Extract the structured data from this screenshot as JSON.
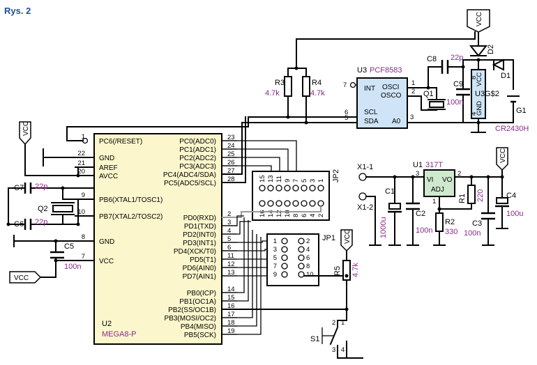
{
  "title": "Rys. 2",
  "power_labels": {
    "vcc": "VCC"
  },
  "u2": {
    "ref": "U2",
    "part": "MEGA8-P",
    "left_pins": [
      {
        "num": "1",
        "name": "PC6(/RESET)"
      },
      {
        "num": "22",
        "name": "GND"
      },
      {
        "num": "21",
        "name": "AREF"
      },
      {
        "num": "20",
        "name": "AVCC"
      },
      {
        "num": "9",
        "name": "PB6(XTAL1/TOSC1)"
      },
      {
        "num": "10",
        "name": "PB7(XTAL2/TOSC2)"
      },
      {
        "num": "8",
        "name": "GND"
      },
      {
        "num": "7",
        "name": "VCC"
      }
    ],
    "right_pins": [
      {
        "num": "23",
        "name": "PC0(ADC0)"
      },
      {
        "num": "24",
        "name": "PC1(ADC1)"
      },
      {
        "num": "25",
        "name": "PC2(ADC2)"
      },
      {
        "num": "26",
        "name": "PC3(ADC3)"
      },
      {
        "num": "27",
        "name": "PC4(ADC4/SDA)"
      },
      {
        "num": "28",
        "name": "PC5(ADC5/SCL)"
      },
      {
        "num": "2",
        "name": "PD0(RXD)"
      },
      {
        "num": "3",
        "name": "PD1(TXD)"
      },
      {
        "num": "4",
        "name": "PD2(INT0)"
      },
      {
        "num": "5",
        "name": "PD3(INT1)"
      },
      {
        "num": "6",
        "name": "PD4(XCK/T0)"
      },
      {
        "num": "11",
        "name": "PD5(T1)"
      },
      {
        "num": "12",
        "name": "PD6(AIN0)"
      },
      {
        "num": "13",
        "name": "PD7(AIN1)"
      },
      {
        "num": "14",
        "name": "PB0(ICP)"
      },
      {
        "num": "15",
        "name": "PB1(OC1A)"
      },
      {
        "num": "16",
        "name": "PB2(SS/OC1B)"
      },
      {
        "num": "17",
        "name": "PB3(MOSI/OC2)"
      },
      {
        "num": "18",
        "name": "PB4(MISO)"
      },
      {
        "num": "19",
        "name": "PB5(SCK)"
      }
    ]
  },
  "u3": {
    "ref": "U3",
    "part": "PCF8583",
    "pins": {
      "int": "INT",
      "osci": "OSCI",
      "osco": "OSCO",
      "scl": "SCL",
      "sda": "SDA",
      "a0": "A0"
    },
    "nums": {
      "n7": "7",
      "n1": "1",
      "n2": "2",
      "n6": "6",
      "n5": "5",
      "n3": "3",
      "n8": "8",
      "n4": "4"
    },
    "vcc": "VCC",
    "gnd": "GND",
    "sub": "U3G$2"
  },
  "u1": {
    "ref": "U1",
    "part": "317T",
    "vi": "VI",
    "vo": "VO",
    "adj": "ADJ",
    "n3": "3",
    "n2": "2",
    "n1": "1"
  },
  "parts": {
    "r1": {
      "ref": "R1",
      "value": "220"
    },
    "r2": {
      "ref": "R2",
      "value": "330"
    },
    "r3": {
      "ref": "R3",
      "value": "4.7k"
    },
    "r4": {
      "ref": "R4",
      "value": "4.7k"
    },
    "r5": {
      "ref": "R5",
      "value": "4.7k"
    },
    "c1": {
      "ref": "C1",
      "value": "1000u"
    },
    "c2": {
      "ref": "C2",
      "value": "100n"
    },
    "c3": {
      "ref": "C3",
      "value": "100n"
    },
    "c4": {
      "ref": "C4",
      "value": "100u"
    },
    "c5": {
      "ref": "C5",
      "value": "100n"
    },
    "c6": {
      "ref": "C6",
      "value": "22p"
    },
    "c7": {
      "ref": "C7",
      "value": "22p"
    },
    "c8": {
      "ref": "C8",
      "value": "22p"
    },
    "c9": {
      "ref": "C9",
      "value": "100n"
    },
    "q1": {
      "ref": "Q1"
    },
    "q2": {
      "ref": "Q2"
    },
    "d1": {
      "ref": "D1"
    },
    "d2": {
      "ref": "D2"
    },
    "g1": {
      "ref": "G1",
      "value": "CR2430H"
    },
    "s1": {
      "ref": "S1",
      "n1": "1",
      "n2": "2",
      "n3": "3",
      "n4": "4"
    },
    "x1_1": {
      "ref": "X1-1"
    },
    "x1_2": {
      "ref": "X1-2"
    },
    "jp1": {
      "ref": "JP1",
      "pins": [
        "1",
        "2",
        "3",
        "4",
        "5",
        "6",
        "7",
        "8",
        "9",
        "10"
      ]
    },
    "jp2": {
      "ref": "JP2",
      "top_pins": [
        "15",
        "13",
        "11",
        "9",
        "7",
        "5",
        "3",
        "1"
      ],
      "bottom_pins": [
        "16",
        "14",
        "12",
        "10",
        "8",
        "6",
        "4",
        "2"
      ]
    }
  }
}
